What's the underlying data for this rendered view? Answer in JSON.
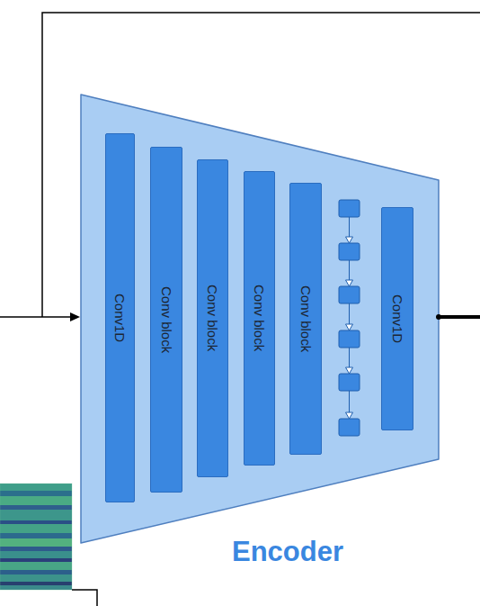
{
  "diagram": {
    "nodes": [
      {
        "text": [
          "Encoder"
        ]
      },
      {
        "text": [
          "Conv1D"
        ],
        "in": 0
      },
      {
        "text": [
          "Conv block"
        ],
        "in": 0
      },
      {
        "text": [
          "Conv block"
        ],
        "in": 0
      },
      {
        "text": [
          "Conv block"
        ],
        "in": 0
      },
      {
        "text": [
          "Conv block"
        ],
        "in": 0
      },
      {
        "text": [
          "Conv1D"
        ],
        "in": 0
      }
    ]
  }
}
